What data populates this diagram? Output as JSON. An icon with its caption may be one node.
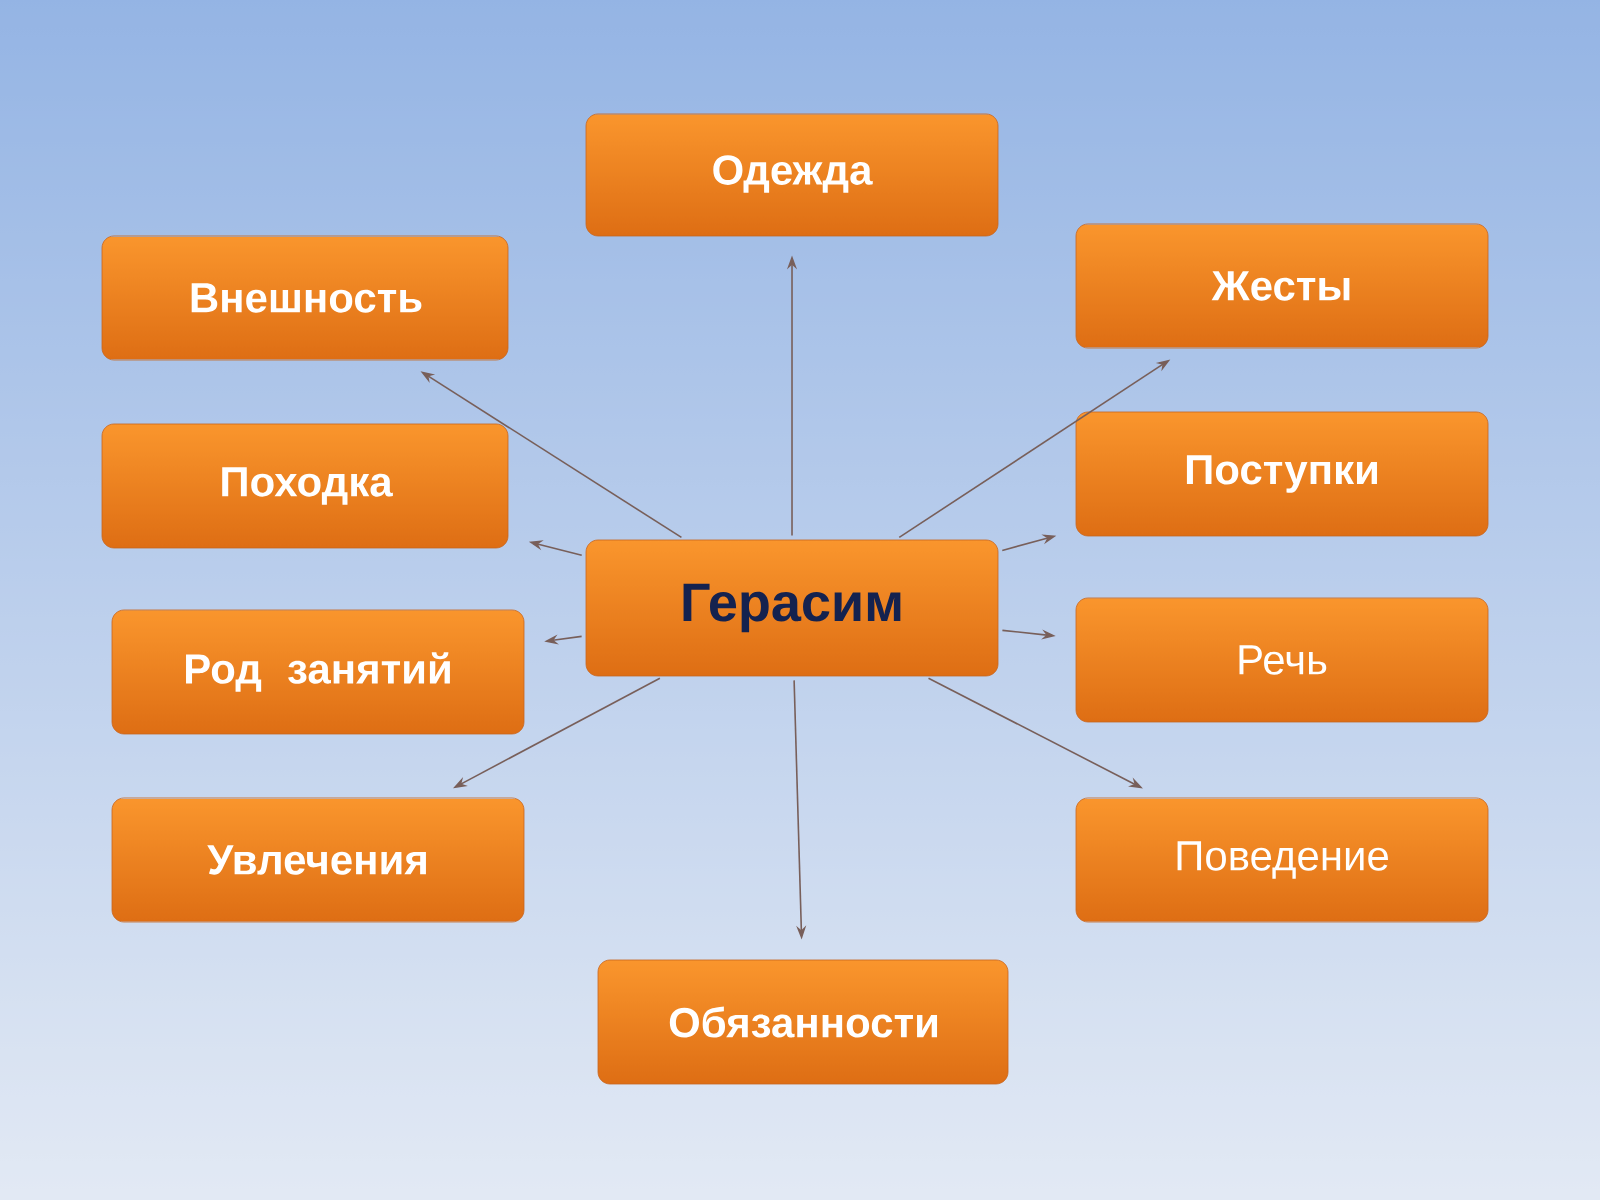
{
  "diagram": {
    "nodes": [
      {
        "text": [
          "Герасим"
        ]
      },
      {
        "text": [
          "Одежда"
        ]
      },
      {
        "text": [
          "Внешность"
        ]
      },
      {
        "text": [
          "Жесты"
        ]
      },
      {
        "text": [
          "Походка"
        ]
      },
      {
        "text": [
          "Поступки"
        ]
      },
      {
        "text": [
          "Род занятий"
        ]
      },
      {
        "text": [
          "Речь"
        ]
      },
      {
        "text": [
          "Увлечения"
        ]
      },
      {
        "text": [
          "Поведение"
        ]
      },
      {
        "text": [
          "Обязанности"
        ]
      }
    ],
    "edges": [
      {
        "from": 0,
        "to": 1,
        "arrow": "to"
      },
      {
        "from": 0,
        "to": 2,
        "arrow": "to"
      },
      {
        "from": 0,
        "to": 3,
        "arrow": "to"
      },
      {
        "from": 0,
        "to": 4,
        "arrow": "to"
      },
      {
        "from": 0,
        "to": 5,
        "arrow": "to"
      },
      {
        "from": 0,
        "to": 6,
        "arrow": "to"
      },
      {
        "from": 0,
        "to": 7,
        "arrow": "to"
      },
      {
        "from": 0,
        "to": 8,
        "arrow": "to"
      },
      {
        "from": 0,
        "to": 9,
        "arrow": "to"
      },
      {
        "from": 0,
        "to": 10,
        "arrow": "to"
      }
    ]
  }
}
